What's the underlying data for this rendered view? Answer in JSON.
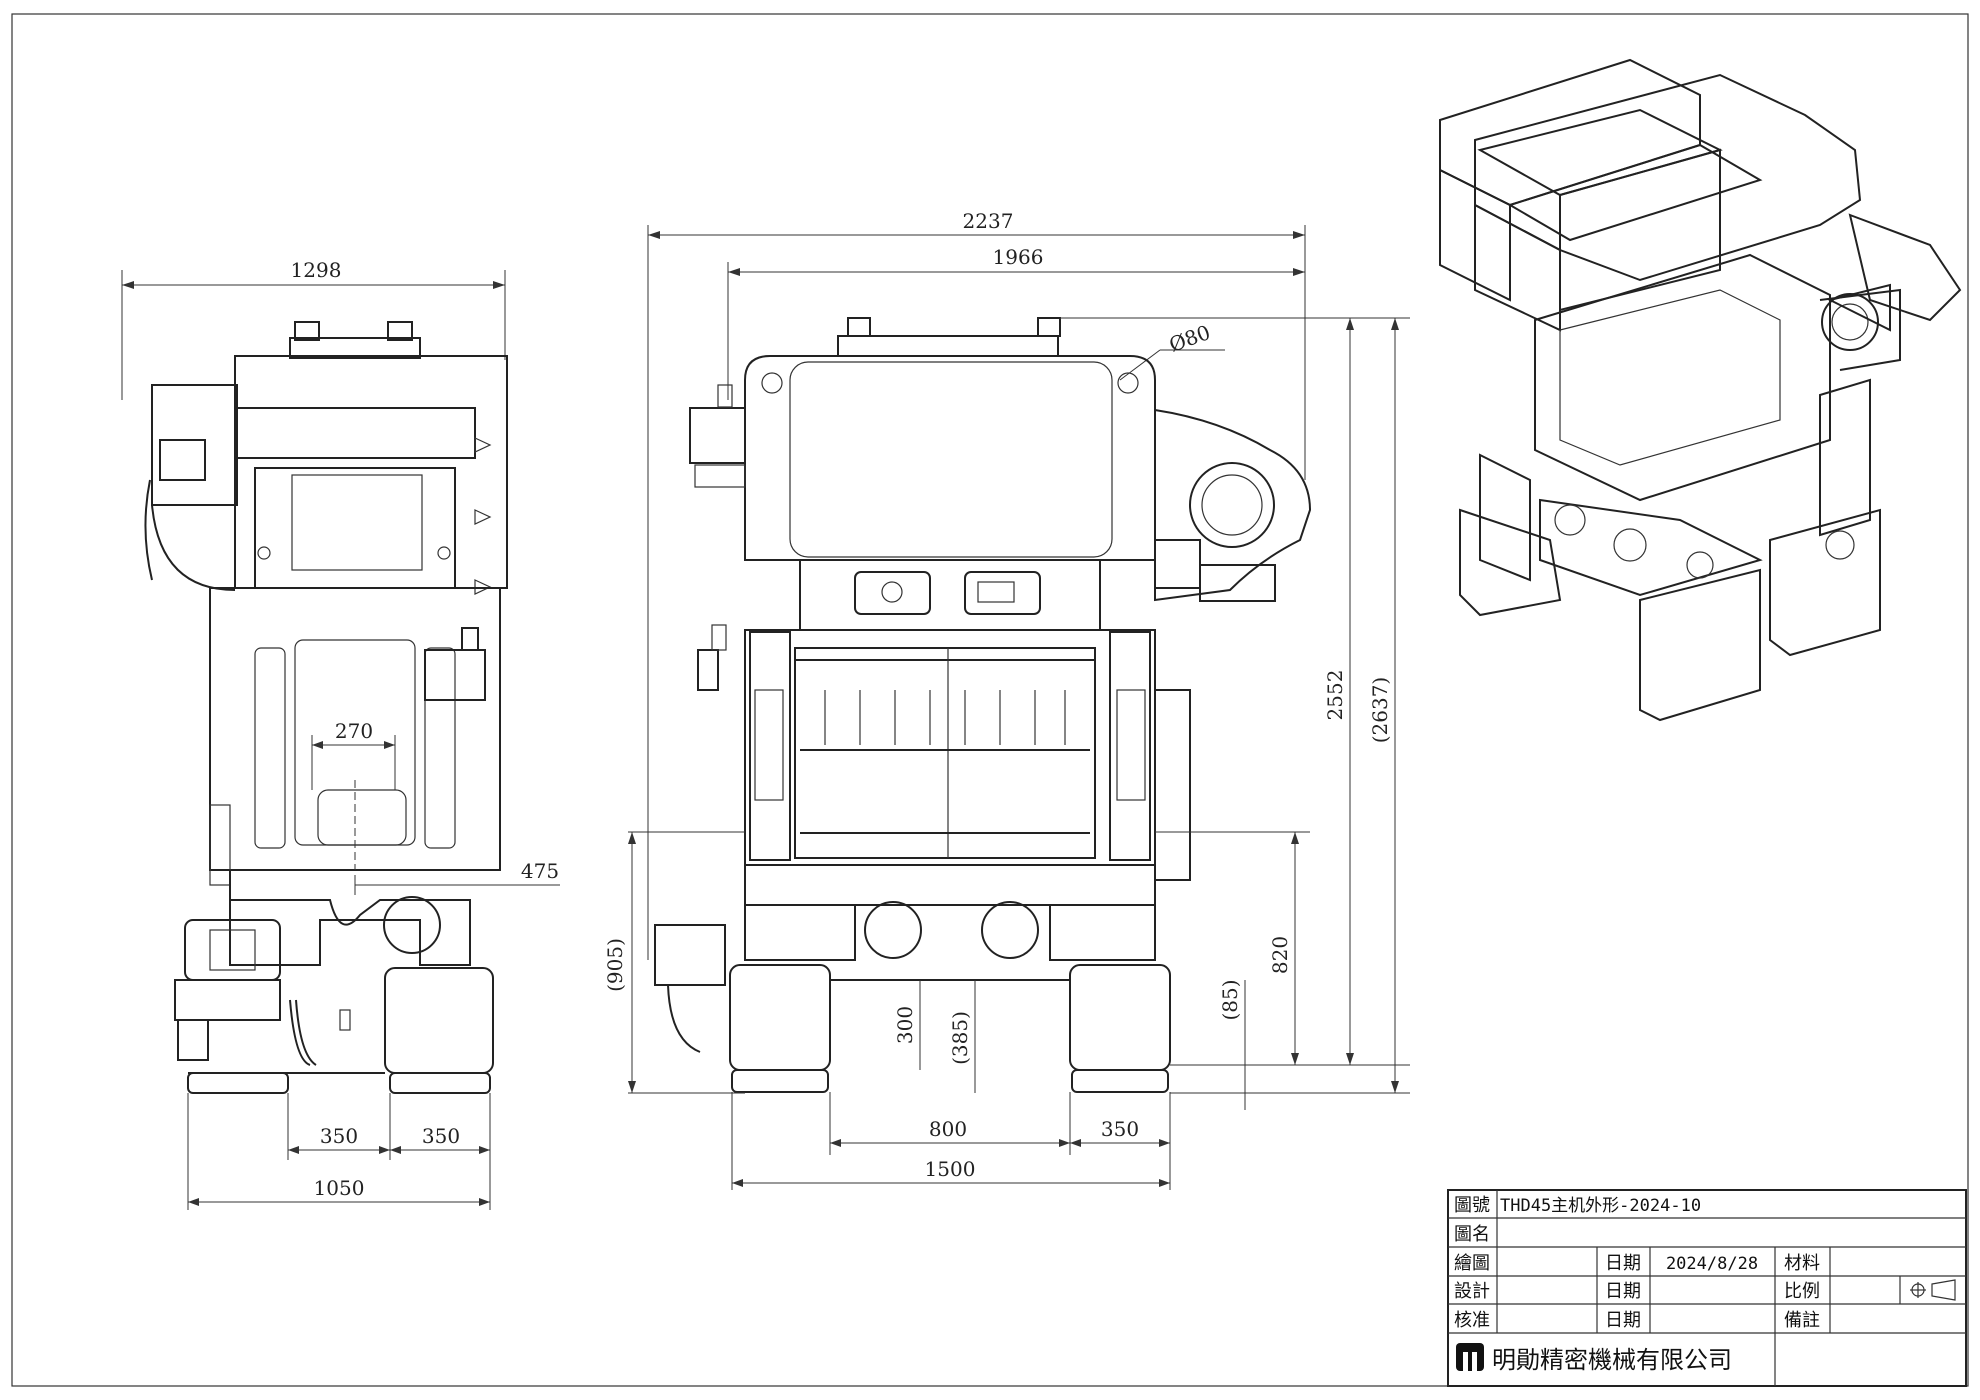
{
  "dimensions": {
    "side_width": "1298",
    "side_slot": "270",
    "side_offset": "475",
    "side_pad1": "350",
    "side_pad2": "350",
    "side_base": "1050",
    "front_overall": "2237",
    "front_body": "1966",
    "front_hole": "Ø80",
    "front_height": "2552",
    "front_height_total": "(2637)",
    "front_table": "820",
    "front_85": "(85)",
    "front_905": "(905)",
    "front_300": "300",
    "front_385": "(385)",
    "front_800": "800",
    "front_350": "350",
    "front_1500": "1500"
  },
  "title_block": {
    "label_drawing_no": "圖號",
    "drawing_no": "THD45主机外形-2024-10",
    "label_name": "圖名",
    "label_drawn": "繪圖",
    "label_date1": "日期",
    "date": "2024/8/28",
    "label_material": "材料",
    "label_design": "設計",
    "label_date2": "日期",
    "label_scale": "比例",
    "label_approve": "核准",
    "label_date3": "日期",
    "label_note": "備註",
    "company": "明勛精密機械有限公司"
  },
  "icons": [
    "company-logo-icon",
    "projection-symbol-icon"
  ]
}
